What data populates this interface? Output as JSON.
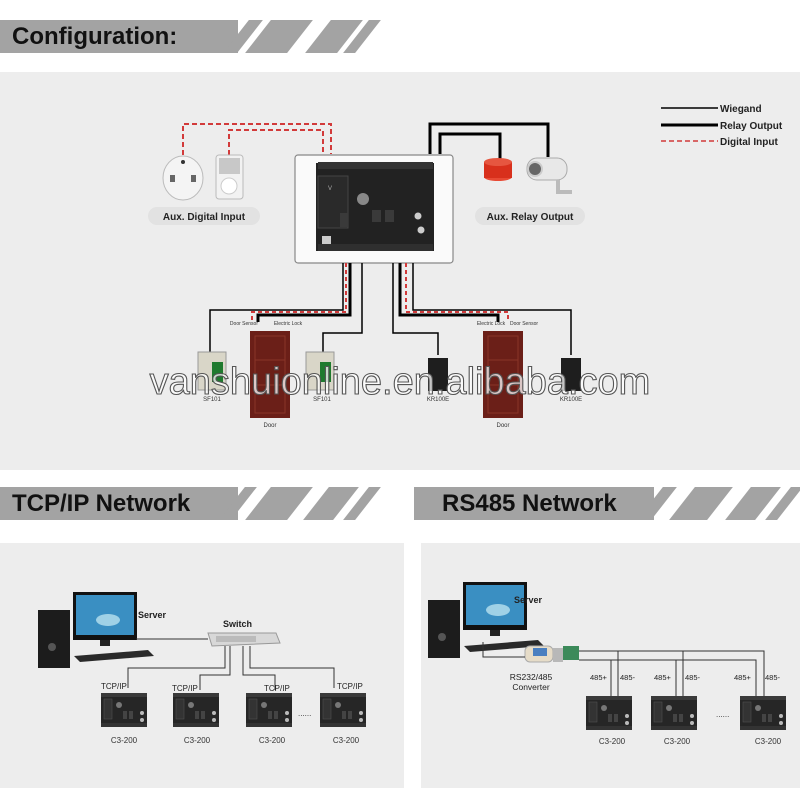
{
  "sections": {
    "configuration": {
      "title": "Configuration:",
      "legend": [
        {
          "label": "Wiegand",
          "style": "thin-black"
        },
        {
          "label": "Relay Output",
          "style": "thick-black"
        },
        {
          "label": "Digital Input",
          "style": "red-dashed"
        }
      ],
      "aux_input_label": "Aux. Digital Input",
      "aux_output_label": "Aux. Relay Output",
      "door_left": {
        "sensor_label": "Door Sensor",
        "lock_label": "Electric Lock",
        "name": "Door"
      },
      "door_right": {
        "sensor_label": "Door Sensor",
        "lock_label": "Electric Lock",
        "name": "Door"
      },
      "readers": [
        "SF101",
        "SF101",
        "KR100E",
        "KR100E"
      ],
      "watermark": "vanshuionline.en.alibaba.com"
    },
    "tcpip": {
      "title": "TCP/IP Network",
      "server_label": "Server",
      "switch_label": "Switch",
      "link_label": "TCP/IP",
      "controllers": [
        "C3-200",
        "C3-200",
        "C3-200",
        "C3-200"
      ],
      "ellipsis": "......"
    },
    "rs485": {
      "title": "RS485 Network",
      "server_label": "Server",
      "converter_label_1": "RS232/485",
      "converter_label_2": "Converter",
      "plus_label": "485+",
      "minus_label": "485-",
      "controllers": [
        "C3-200",
        "C3-200",
        "C3-200"
      ],
      "ellipsis": "......"
    }
  },
  "colors": {
    "banner": "#a3a3a3",
    "panel": "#ededed",
    "digital_input": "#d23a3a",
    "door": "#6b1f18",
    "alarm": "#d8301c"
  }
}
